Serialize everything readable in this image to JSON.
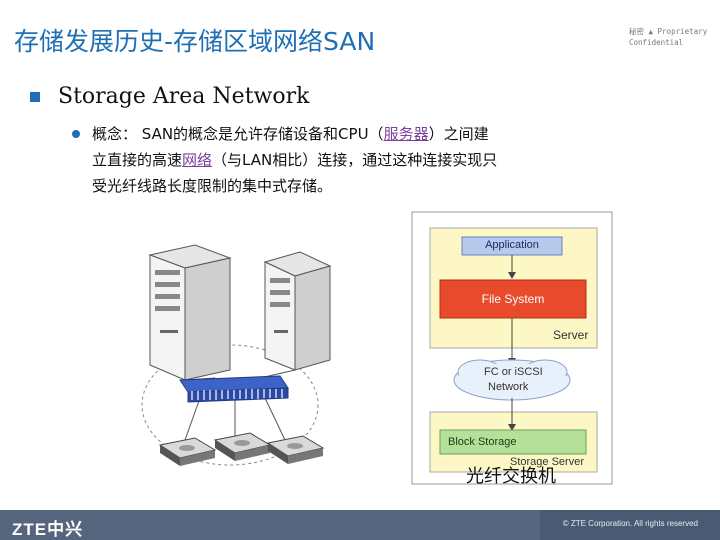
{
  "slide": {
    "title": "存储发展历史-存储区域网络SAN",
    "confidential": "秘密 ▲ Proprietary Confidential",
    "heading": "Storage Area Network",
    "para_prefix": "概念： SAN的概念是允许存储设备和CPU（",
    "para_link1": "服务器",
    "para_mid": "）之间建立直接的高速",
    "para_link2": "网络",
    "para_suffix": "（与LAN相比）连接，通过这种连接实现只受光纤线路长度限制的集中式存储。",
    "caption": "光纤交换机"
  },
  "diagram": {
    "application": "Application",
    "file_system": "File System",
    "server": "Server",
    "network_line1": "FC or iSCSI",
    "network_line2": "Network",
    "block_storage": "Block Storage",
    "storage_server": "Storage Server"
  },
  "footer": {
    "logo": "ZTE中兴",
    "copyright": "© ZTE Corporation. All rights reserved"
  },
  "colors": {
    "title_blue": "#1f6fb5",
    "panel_yellow": "#fdf7c6",
    "block_red": "#e84a2c",
    "block_green": "#b5e09a",
    "app_blue": "#b7c9ec",
    "footer": "#55657e"
  }
}
